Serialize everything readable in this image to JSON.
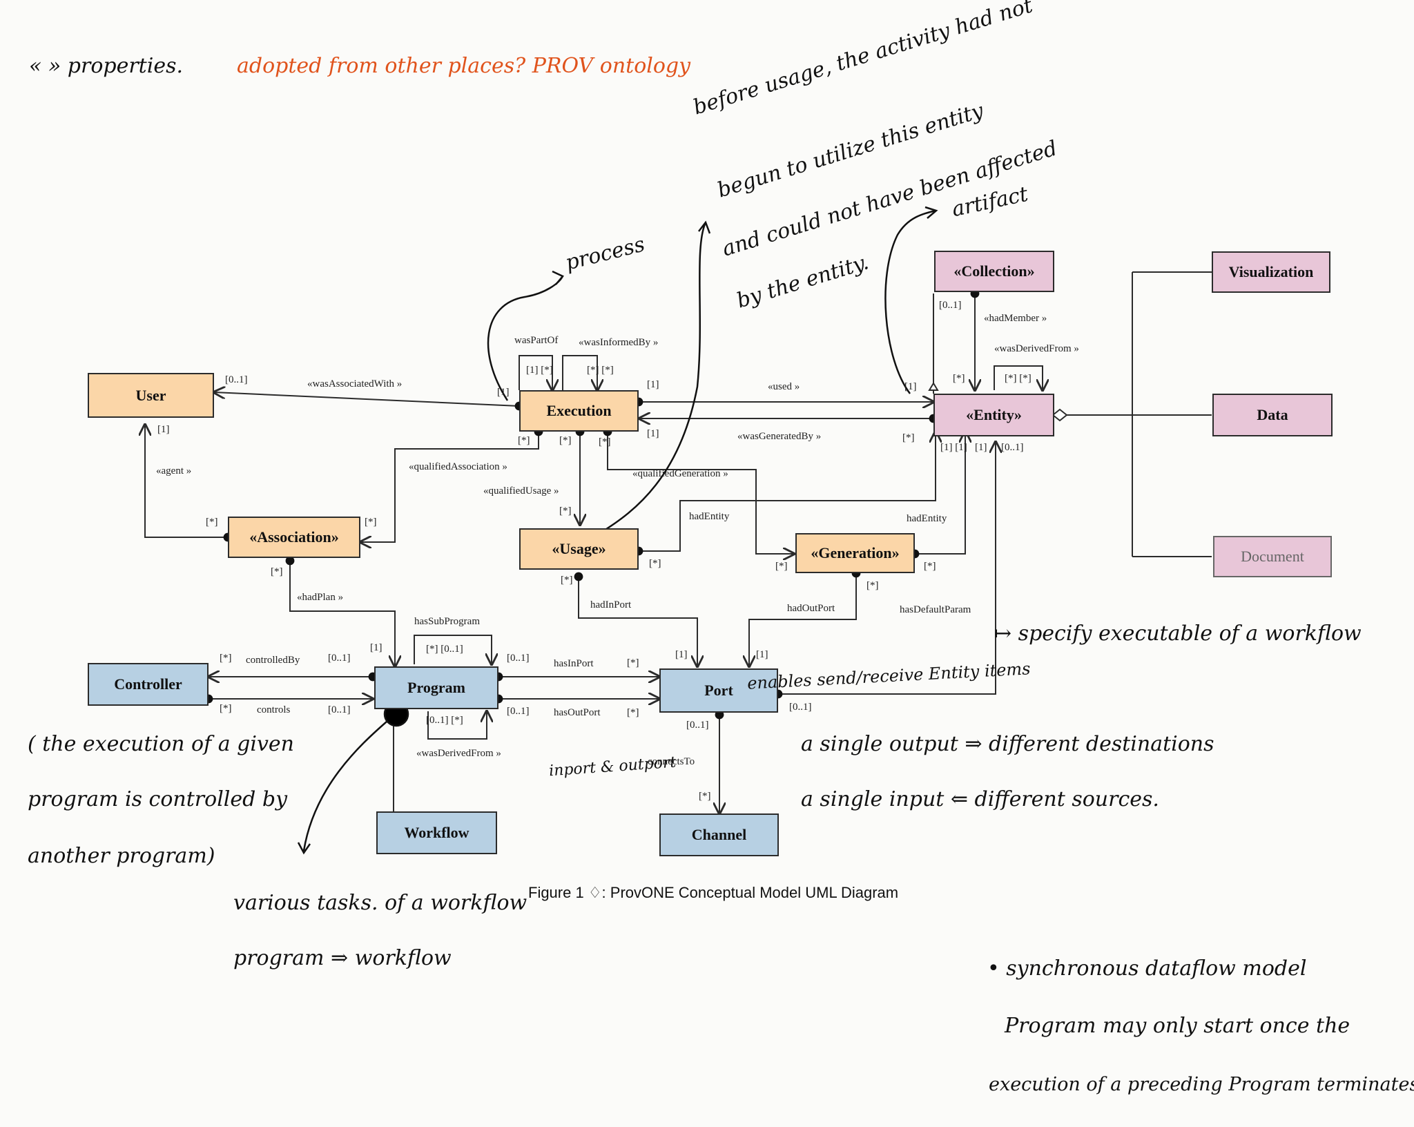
{
  "figure_caption": "Figure 1 ♢: ProvONE Conceptual Model UML Diagram",
  "classes": {
    "user": "User",
    "execution": "Execution",
    "collection": "«Collection»",
    "entity": "«Entity»",
    "visualization": "Visualization",
    "data": "Data",
    "document": "Document",
    "association": "«Association»",
    "usage": "«Usage»",
    "generation": "«Generation»",
    "controller": "Controller",
    "program": "Program",
    "port": "Port",
    "workflow": "Workflow",
    "channel": "Channel"
  },
  "relations": {
    "wasPartOf": "wasPartOf",
    "wasInformedBy": "«wasInformedBy »",
    "wasAssociatedWith": "«wasAssociatedWith »",
    "used": "«used »",
    "hadMember": "«hadMember »",
    "wasDerivedFromEntity": "«wasDerivedFrom »",
    "wasGeneratedBy": "«wasGeneratedBy »",
    "agent": "«agent »",
    "qualifiedAssociation": "«qualifiedAssociation »",
    "qualifiedUsage": "«qualifiedUsage »",
    "qualifiedGeneration": "«qualifiedGeneration »",
    "hadEntityUsage": "hadEntity",
    "hadEntityGeneration": "hadEntity",
    "hadPlan": "«hadPlan »",
    "hasSubProgram": "hasSubProgram",
    "controlledBy": "controlledBy",
    "controls": "controls",
    "hasInPort": "hasInPort",
    "hasOutPort": "hasOutPort",
    "hadInPort": "hadInPort",
    "hadOutPort": "hadOutPort",
    "hasDefaultParam": "hasDefaultParam",
    "wasDerivedFromProgram": "«wasDerivedFrom »",
    "connectsTo": "connectsTo"
  },
  "multiplicities": {
    "m01": "[0..1]",
    "m02": "[1] [*]",
    "m03": "[*] [*]",
    "m04": "[1]",
    "m05": "[1]",
    "m06": "[0..1]",
    "m07": "[*]",
    "m08": "[*] [*]",
    "m09": "[1]",
    "m10": "[1]",
    "m11": "[*]",
    "m12": "[*]",
    "m13": "[*]",
    "m14": "[1]",
    "m15": "[*]",
    "m16": "[1] [1]",
    "m17": "[1]",
    "m18": "[0..1]",
    "m19": "[*]",
    "m20": "[*]",
    "m21": "[*]",
    "m22": "[*]",
    "m23": "[*]",
    "m24": "[*]",
    "m25": "[*]",
    "m26": "[*]",
    "m27": "[*]",
    "m28": "[*]",
    "m29": "[*]",
    "m30": "[0..1]",
    "m31": "[1]",
    "m32": "[*] [0..1]",
    "m33": "[0..1]",
    "m34": "[*]",
    "m35": "[1]",
    "m36": "[1]",
    "m37": "[*]",
    "m38": "[0..1]",
    "m39": "[0..1]",
    "m40": "[*]",
    "m41": "[0..1] [*]",
    "m42": "[0..1]",
    "m43": "[0..1]",
    "m44": "[*]"
  },
  "notes": {
    "top_black": "« » properties.",
    "top_orange": "adopted from other places? PROV ontology",
    "process": "process",
    "before1": "before usage, the activity had not",
    "before2": "begun to utilize this entity",
    "before3": "and could not have been affected",
    "before4": "by the entity.",
    "artifact": "artifact",
    "specify": "↦ specify executable of a workflow",
    "enables": "enables send/receive Entity items",
    "output": "a single output ⇒ different destinations",
    "input": "a single input ⇐ different sources.",
    "control1": "( the execution of a given",
    "control2": "program is controlled by",
    "control3": "another program)",
    "tasks1": "various tasks. of a workflow",
    "tasks2": "program ⇒ workflow",
    "inport": "inport & outport",
    "sync1": "• synchronous dataflow model",
    "sync2": "Program may only start once the",
    "sync3": "execution of a preceding Program terminates"
  }
}
